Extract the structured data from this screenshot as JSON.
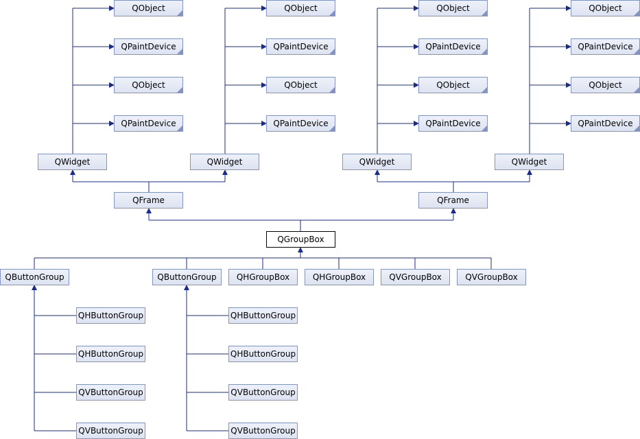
{
  "diagram": {
    "colors": {
      "edge": "#1a2b8c",
      "node_fill": "#e8ecf6",
      "node_border": "#8494c2",
      "current_border": "#000000"
    },
    "nodes": {
      "qobject_1": "QObject",
      "qpaintdevice_1": "QPaintDevice",
      "qobject_2": "QObject",
      "qpaintdevice_2": "QPaintDevice",
      "qobject_3": "QObject",
      "qpaintdevice_3": "QPaintDevice",
      "qobject_4": "QObject",
      "qpaintdevice_4": "QPaintDevice",
      "qobject_5": "QObject",
      "qpaintdevice_5": "QPaintDevice",
      "qobject_6": "QObject",
      "qpaintdevice_6": "QPaintDevice",
      "qobject_7": "QObject",
      "qpaintdevice_7": "QPaintDevice",
      "qobject_8": "QObject",
      "qpaintdevice_8": "QPaintDevice",
      "qwidget_1": "QWidget",
      "qwidget_2": "QWidget",
      "qwidget_3": "QWidget",
      "qwidget_4": "QWidget",
      "qframe_1": "QFrame",
      "qframe_2": "QFrame",
      "qgroupbox": "QGroupBox",
      "qbuttongroup_1": "QButtonGroup",
      "qbuttongroup_2": "QButtonGroup",
      "qhgroupbox_1": "QHGroupBox",
      "qhgroupbox_2": "QHGroupBox",
      "qvgroupbox_1": "QVGroupBox",
      "qvgroupbox_2": "QVGroupBox",
      "qhbuttongroup_1": "QHButtonGroup",
      "qhbuttongroup_2": "QHButtonGroup",
      "qvbuttongroup_1": "QVButtonGroup",
      "qvbuttongroup_2": "QVButtonGroup",
      "qhbuttongroup_3": "QHButtonGroup",
      "qhbuttongroup_4": "QHButtonGroup",
      "qvbuttongroup_3": "QVButtonGroup",
      "qvbuttongroup_4": "QVButtonGroup"
    }
  }
}
